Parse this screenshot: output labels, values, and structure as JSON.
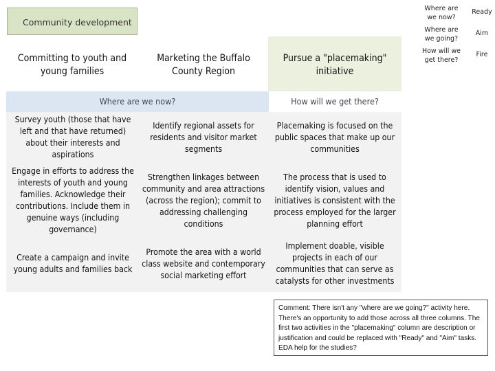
{
  "title": "Community development",
  "columns": [
    {
      "header": "Committing to youth and young families"
    },
    {
      "header": "Marketing the Buffalo County Region"
    },
    {
      "header": "Pursue a \"placemaking\" initiative"
    }
  ],
  "subheaders": {
    "left": "Where are we now?",
    "right": "How will we get there?"
  },
  "rows": [
    [
      "Survey youth (those that have left and that have returned) about their interests and aspirations",
      "Identify regional assets for residents and visitor market segments",
      "Placemaking is focused on the public spaces that make up our communities"
    ],
    [
      "Engage in efforts to address the interests of youth and young families.  Acknowledge their contributions.  Include them in genuine ways (including governance)",
      "Strengthen linkages between community and area attractions (across the region); commit to addressing challenging conditions",
      "The process that is used to identify vision, values and initiatives is consistent with the process employed for the larger planning effort"
    ],
    [
      "Create a campaign and invite young adults and families back",
      "Promote the area with a world class website and contemporary social marketing effort",
      "Implement doable, visible projects in each of our communities that can serve as catalysts for other investments"
    ]
  ],
  "legend": [
    {
      "question": "Where are we now?",
      "value": "Ready"
    },
    {
      "question": "Where are we going?",
      "value": "Aim"
    },
    {
      "question": "How will we get there?",
      "value": "Fire"
    }
  ],
  "comment": "Comment:  There isn't any \"where are we going?\" activity here.  There's an opportunity to add those across all three columns.  The first two activities in the \"placemaking\" column are description or justification and could be replaced with \"Ready\" and \"Aim\" tasks.  EDA help for the studies?"
}
